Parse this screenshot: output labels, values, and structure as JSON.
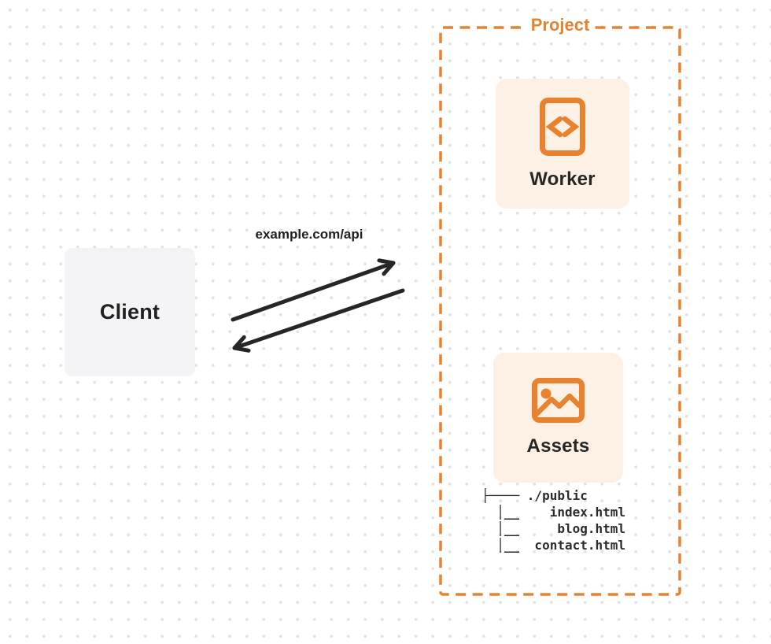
{
  "client": {
    "label": "Client"
  },
  "request": {
    "label": "example.com/api"
  },
  "project": {
    "label": "Project",
    "worker": {
      "label": "Worker",
      "icon": "code-file-icon"
    },
    "assets": {
      "label": "Assets",
      "icon": "image-icon"
    },
    "file_tree": {
      "root": "./public",
      "files": [
        "index.html",
        "blog.html",
        "contact.html"
      ],
      "display": "├──── ./public\n  │__    index.html\n  │__     blog.html\n  │__  contact.html"
    }
  },
  "colors": {
    "accent": "#E8822E",
    "card_bg": "#FCF1E4",
    "client_bg": "#F4F4F6",
    "arrow": "#262626",
    "text_dark": "#212121",
    "dot_grid": "#E3E3E6"
  }
}
